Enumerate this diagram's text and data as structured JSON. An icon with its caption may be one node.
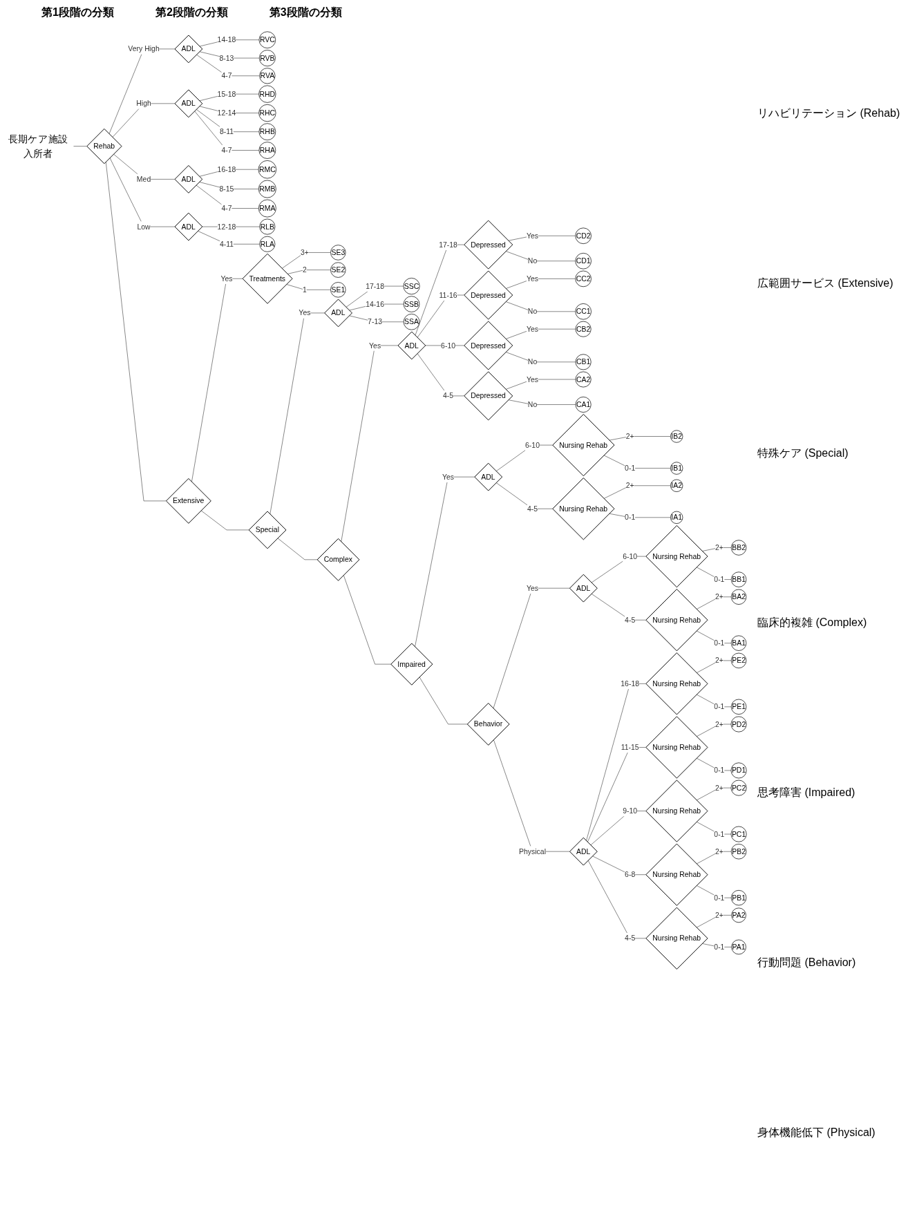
{
  "diagram": {
    "nodes": [
      {
        "text": [
          "長期ケア施設入所者"
        ]
      },
      {
        "text": [
          "Rehab"
        ]
      },
      {
        "text": [
          "ADL"
        ]
      },
      {
        "text": [
          "ADL"
        ]
      },
      {
        "text": [
          "ADL"
        ]
      },
      {
        "text": [
          "ADL"
        ]
      },
      {
        "text": [
          "RVC"
        ]
      },
      {
        "text": [
          "RVB"
        ]
      },
      {
        "text": [
          "RVA"
        ]
      },
      {
        "text": [
          "RHD"
        ]
      },
      {
        "text": [
          "RHC"
        ]
      },
      {
        "text": [
          "RHB"
        ]
      },
      {
        "text": [
          "RHA"
        ]
      },
      {
        "text": [
          "RMC"
        ]
      },
      {
        "text": [
          "RMB"
        ]
      },
      {
        "text": [
          "RMA"
        ]
      },
      {
        "text": [
          "RLB"
        ]
      },
      {
        "text": [
          "RLA"
        ]
      },
      {
        "text": [
          "Extensive"
        ]
      },
      {
        "text": [
          "Treatments"
        ]
      },
      {
        "text": [
          "SE3"
        ]
      },
      {
        "text": [
          "SE2"
        ]
      },
      {
        "text": [
          "SE1"
        ]
      },
      {
        "text": [
          "Special"
        ]
      },
      {
        "text": [
          "ADL"
        ]
      },
      {
        "text": [
          "SSC"
        ]
      },
      {
        "text": [
          "SSB"
        ]
      },
      {
        "text": [
          "SSA"
        ]
      },
      {
        "text": [
          "Complex"
        ]
      },
      {
        "text": [
          "ADL"
        ]
      },
      {
        "text": [
          "Depressed"
        ]
      },
      {
        "text": [
          "CD2"
        ]
      },
      {
        "text": [
          "CD1"
        ]
      },
      {
        "text": [
          "Depressed"
        ]
      },
      {
        "text": [
          "CC2"
        ]
      },
      {
        "text": [
          "CC1"
        ]
      },
      {
        "text": [
          "Depressed"
        ]
      },
      {
        "text": [
          "CB2"
        ]
      },
      {
        "text": [
          "CB1"
        ]
      },
      {
        "text": [
          "Depressed"
        ]
      },
      {
        "text": [
          "CA2"
        ]
      },
      {
        "text": [
          "CA1"
        ]
      },
      {
        "text": [
          "Impaired"
        ]
      },
      {
        "text": [
          "ADL"
        ]
      },
      {
        "text": [
          "Nursing Rehab"
        ]
      },
      {
        "text": [
          "IB2"
        ]
      },
      {
        "text": [
          "IB1"
        ]
      },
      {
        "text": [
          "Nursing Rehab"
        ]
      },
      {
        "text": [
          "IA2"
        ]
      },
      {
        "text": [
          "IA1"
        ]
      },
      {
        "text": [
          "Behavior"
        ]
      },
      {
        "text": [
          "ADL"
        ]
      },
      {
        "text": [
          "Nursing Rehab"
        ]
      },
      {
        "text": [
          "BB2"
        ]
      },
      {
        "text": [
          "BB1"
        ]
      },
      {
        "text": [
          "Nursing Rehab"
        ]
      },
      {
        "text": [
          "BA2"
        ]
      },
      {
        "text": [
          "BA1"
        ]
      },
      {
        "text": [
          "ADL"
        ]
      },
      {
        "text": [
          "Nursing Rehab"
        ]
      },
      {
        "text": [
          "PE2"
        ]
      },
      {
        "text": [
          "PE1"
        ]
      },
      {
        "text": [
          "Nursing Rehab"
        ]
      },
      {
        "text": [
          "PD2"
        ]
      },
      {
        "text": [
          "PD1"
        ]
      },
      {
        "text": [
          "Nursing Rehab"
        ]
      },
      {
        "text": [
          "PC2"
        ]
      },
      {
        "text": [
          "PC1"
        ]
      },
      {
        "text": [
          "Nursing Rehab"
        ]
      },
      {
        "text": [
          "PB2"
        ]
      },
      {
        "text": [
          "PB1"
        ]
      },
      {
        "text": [
          "Nursing Rehab"
        ]
      },
      {
        "text": [
          "PA2"
        ]
      },
      {
        "text": [
          "PA1"
        ]
      }
    ],
    "edges": [
      {
        "from": 0,
        "to": 1,
        "arrow": "none"
      },
      {
        "from": 1,
        "to": 2,
        "arrow": "none",
        "label": "Very High"
      },
      {
        "from": 1,
        "to": 3,
        "arrow": "none",
        "label": "High"
      },
      {
        "from": 1,
        "to": 4,
        "arrow": "none",
        "label": "Med"
      },
      {
        "from": 1,
        "to": 5,
        "arrow": "none",
        "label": "Low"
      },
      {
        "from": 2,
        "to": 6,
        "arrow": "none",
        "label": "14-18"
      },
      {
        "from": 2,
        "to": 7,
        "arrow": "none",
        "label": "8-13"
      },
      {
        "from": 2,
        "to": 8,
        "arrow": "none",
        "label": "4-7"
      },
      {
        "from": 3,
        "to": 9,
        "arrow": "none",
        "label": "15-18"
      },
      {
        "from": 3,
        "to": 10,
        "arrow": "none",
        "label": "12-14"
      },
      {
        "from": 3,
        "to": 11,
        "arrow": "none",
        "label": "8-11"
      },
      {
        "from": 3,
        "to": 12,
        "arrow": "none",
        "label": "4-7"
      },
      {
        "from": 4,
        "to": 13,
        "arrow": "none",
        "label": "16-18"
      },
      {
        "from": 4,
        "to": 14,
        "arrow": "none",
        "label": "8-15"
      },
      {
        "from": 4,
        "to": 15,
        "arrow": "none",
        "label": "4-7"
      },
      {
        "from": 5,
        "to": 16,
        "arrow": "none",
        "label": "12-18"
      },
      {
        "from": 5,
        "to": 17,
        "arrow": "none",
        "label": "4-11"
      },
      {
        "from": 1,
        "to": 18,
        "arrow": "none"
      },
      {
        "from": 18,
        "to": 19,
        "arrow": "none",
        "label": "Yes"
      },
      {
        "from": 19,
        "to": 20,
        "arrow": "none",
        "label": "3+"
      },
      {
        "from": 19,
        "to": 21,
        "arrow": "none",
        "label": "2"
      },
      {
        "from": 19,
        "to": 22,
        "arrow": "none",
        "label": "1"
      },
      {
        "from": 18,
        "to": 23,
        "arrow": "none"
      },
      {
        "from": 23,
        "to": 24,
        "arrow": "none",
        "label": "Yes"
      },
      {
        "from": 24,
        "to": 25,
        "arrow": "none",
        "label": "17-18"
      },
      {
        "from": 24,
        "to": 26,
        "arrow": "none",
        "label": "14-16"
      },
      {
        "from": 24,
        "to": 27,
        "arrow": "none",
        "label": "7-13"
      },
      {
        "from": 23,
        "to": 28,
        "arrow": "none"
      },
      {
        "from": 28,
        "to": 29,
        "arrow": "none",
        "label": "Yes"
      },
      {
        "from": 29,
        "to": 30,
        "arrow": "none",
        "label": "17-18"
      },
      {
        "from": 30,
        "to": 31,
        "arrow": "none",
        "label": "Yes"
      },
      {
        "from": 30,
        "to": 32,
        "arrow": "none",
        "label": "No"
      },
      {
        "from": 29,
        "to": 33,
        "arrow": "none",
        "label": "11-16"
      },
      {
        "from": 33,
        "to": 34,
        "arrow": "none",
        "label": "Yes"
      },
      {
        "from": 33,
        "to": 35,
        "arrow": "none",
        "label": "No"
      },
      {
        "from": 29,
        "to": 36,
        "arrow": "none",
        "label": "6-10"
      },
      {
        "from": 36,
        "to": 37,
        "arrow": "none",
        "label": "Yes"
      },
      {
        "from": 36,
        "to": 38,
        "arrow": "none",
        "label": "No"
      },
      {
        "from": 29,
        "to": 39,
        "arrow": "none",
        "label": "4-5"
      },
      {
        "from": 39,
        "to": 40,
        "arrow": "none",
        "label": "Yes"
      },
      {
        "from": 39,
        "to": 41,
        "arrow": "none",
        "label": "No"
      },
      {
        "from": 28,
        "to": 42,
        "arrow": "none"
      },
      {
        "from": 42,
        "to": 43,
        "arrow": "none",
        "label": "Yes"
      },
      {
        "from": 43,
        "to": 44,
        "arrow": "none",
        "label": "6-10"
      },
      {
        "from": 44,
        "to": 45,
        "arrow": "none",
        "label": "2+"
      },
      {
        "from": 44,
        "to": 46,
        "arrow": "none",
        "label": "0-1"
      },
      {
        "from": 43,
        "to": 47,
        "arrow": "none",
        "label": "4-5"
      },
      {
        "from": 47,
        "to": 48,
        "arrow": "none",
        "label": "2+"
      },
      {
        "from": 47,
        "to": 49,
        "arrow": "none",
        "label": "0-1"
      },
      {
        "from": 42,
        "to": 50,
        "arrow": "none"
      },
      {
        "from": 50,
        "to": 51,
        "arrow": "none",
        "label": "Yes"
      },
      {
        "from": 51,
        "to": 52,
        "arrow": "none",
        "label": "6-10"
      },
      {
        "from": 52,
        "to": 53,
        "arrow": "none",
        "label": "2+"
      },
      {
        "from": 52,
        "to": 54,
        "arrow": "none",
        "label": "0-1"
      },
      {
        "from": 51,
        "to": 55,
        "arrow": "none",
        "label": "4-5"
      },
      {
        "from": 55,
        "to": 56,
        "arrow": "none",
        "label": "2+"
      },
      {
        "from": 55,
        "to": 57,
        "arrow": "none",
        "label": "0-1"
      },
      {
        "from": 50,
        "to": 58,
        "arrow": "none",
        "label": "Physical"
      },
      {
        "from": 58,
        "to": 59,
        "arrow": "none",
        "label": "16-18"
      },
      {
        "from": 59,
        "to": 60,
        "arrow": "none",
        "label": "2+"
      },
      {
        "from": 59,
        "to": 61,
        "arrow": "none",
        "label": "0-1"
      },
      {
        "from": 58,
        "to": 62,
        "arrow": "none",
        "label": "11-15"
      },
      {
        "from": 62,
        "to": 63,
        "arrow": "none",
        "label": "2+"
      },
      {
        "from": 62,
        "to": 64,
        "arrow": "none",
        "label": "0-1"
      },
      {
        "from": 58,
        "to": 65,
        "arrow": "none",
        "label": "9-10"
      },
      {
        "from": 65,
        "to": 66,
        "arrow": "none",
        "label": "2+"
      },
      {
        "from": 65,
        "to": 67,
        "arrow": "none",
        "label": "0-1"
      },
      {
        "from": 58,
        "to": 68,
        "arrow": "none",
        "label": "6-8"
      },
      {
        "from": 68,
        "to": 69,
        "arrow": "none",
        "label": "2+"
      },
      {
        "from": 68,
        "to": 70,
        "arrow": "none",
        "label": "0-1"
      },
      {
        "from": 58,
        "to": 71,
        "arrow": "none",
        "label": "4-5"
      },
      {
        "from": 71,
        "to": 72,
        "arrow": "none",
        "label": "2+"
      },
      {
        "from": 71,
        "to": 73,
        "arrow": "none",
        "label": "0-1"
      }
    ],
    "labels": [
      "第1段階の分類",
      "第2段階の分類",
      "第3段階の分類",
      "リハビリテーション (Rehab)",
      "広範囲サービス (Extensive)",
      "特殊ケア (Special)",
      "臨床的複雑 (Complex)",
      "思考障害 (Impaired)",
      "行動問題 (Behavior)",
      "身体機能低下 (Physical)"
    ]
  }
}
